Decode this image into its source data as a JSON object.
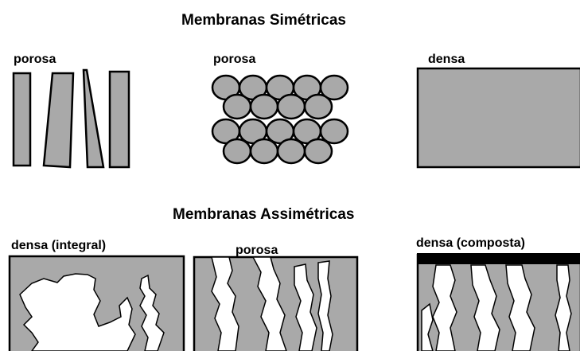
{
  "symmetric": {
    "title": "Membranas Simétricas",
    "labels": {
      "porous_left": "porosa",
      "porous_mid": "porosa",
      "dense": "densa"
    }
  },
  "asymmetric": {
    "title": "Membranas Assimétricas",
    "labels": {
      "dense_integral": "densa (integral)",
      "porous": "porosa",
      "dense_composite": "densa (composta)"
    }
  },
  "colors": {
    "fill": "#a9a9a9",
    "stroke": "#000000",
    "pore": "#ffffff",
    "background": "#ffffff"
  }
}
